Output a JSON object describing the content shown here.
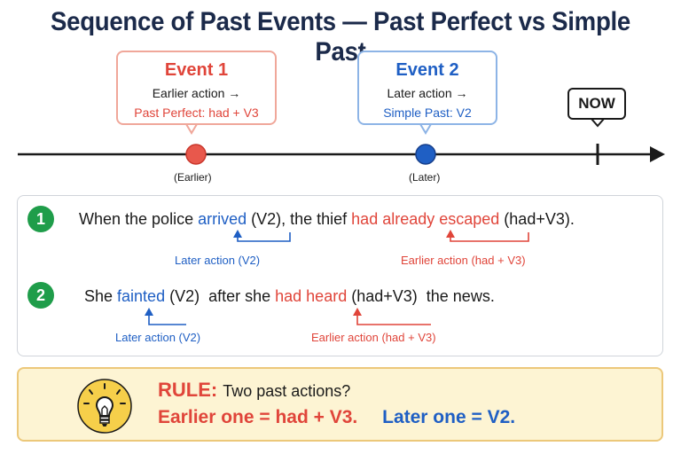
{
  "title": "Sequence of Past Events — Past Perfect vs Simple Past",
  "event1": {
    "title": "Event 1",
    "line": "Earlier action →",
    "tense": "Past Perfect: had + V3",
    "timeline_label": "(Earlier)"
  },
  "event2": {
    "title": "Event 2",
    "line": "Later action →",
    "tense": "Simple Past: V2",
    "timeline_label": "(Later)"
  },
  "now_label": "NOW",
  "examples": [
    {
      "number": "1",
      "p1": "When the police ",
      "later_verb": "arrived",
      "p2": " (V2), the thief ",
      "earlier_verb": "had already escaped",
      "p3": " (had+V3).",
      "later_annot": "Later action (V2)",
      "earlier_annot": "Earlier action (had + V3)"
    },
    {
      "number": "2",
      "p1": "She ",
      "later_verb": "fainted",
      "p2": " (V2)  after she ",
      "earlier_verb": "had heard",
      "p3": " (had+V3)  the news.",
      "later_annot": "Later action (V2)",
      "earlier_annot": "Earlier action (had + V3)"
    }
  ],
  "rule": {
    "label": "RULE:",
    "question": "Two past actions?",
    "earlier": "Earlier one = had + V3.",
    "later": "Later one = V2."
  },
  "colors": {
    "earlier": "#e0453a",
    "later": "#1f5fc4",
    "badge": "#1f9d4a",
    "rule_bg": "#fdf4d3"
  },
  "icons": [
    "lightbulb-icon",
    "timeline-arrow-icon"
  ]
}
